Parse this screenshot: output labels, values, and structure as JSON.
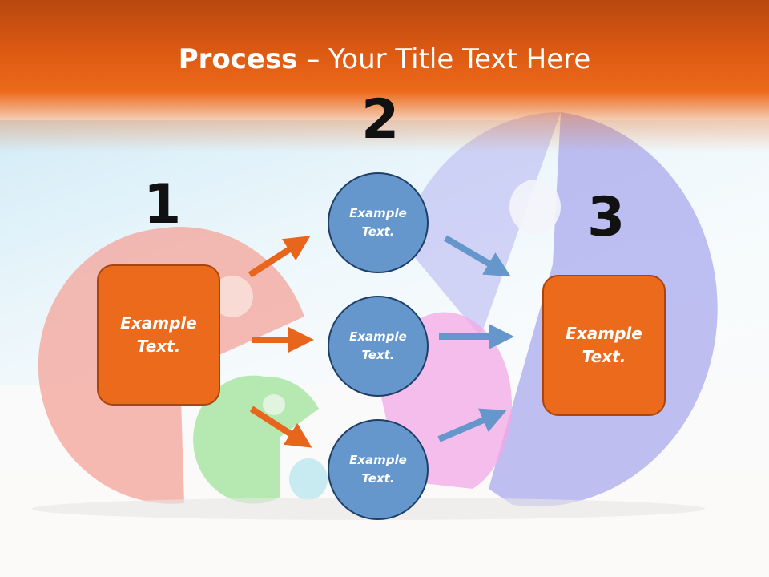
{
  "slide": {
    "title_bold": "Process",
    "title_rest": " – Your Title Text Here"
  },
  "steps": [
    {
      "number": "1",
      "text": "Example Text."
    },
    {
      "number": "2",
      "text": "Example Text."
    },
    {
      "number": "3",
      "text": "Example Text."
    }
  ],
  "circles": [
    {
      "text": "Example Text."
    },
    {
      "text": "Example Text."
    },
    {
      "text": "Example Text."
    }
  ],
  "colors": {
    "header": "#ec6a1a",
    "box_fill": "#ec6a1c",
    "box_border": "#a9460f",
    "circle_fill": "#6597cc",
    "circle_border": "#1f3f66",
    "arrow_orange": "#e8651c",
    "arrow_blue": "#6597cc"
  }
}
